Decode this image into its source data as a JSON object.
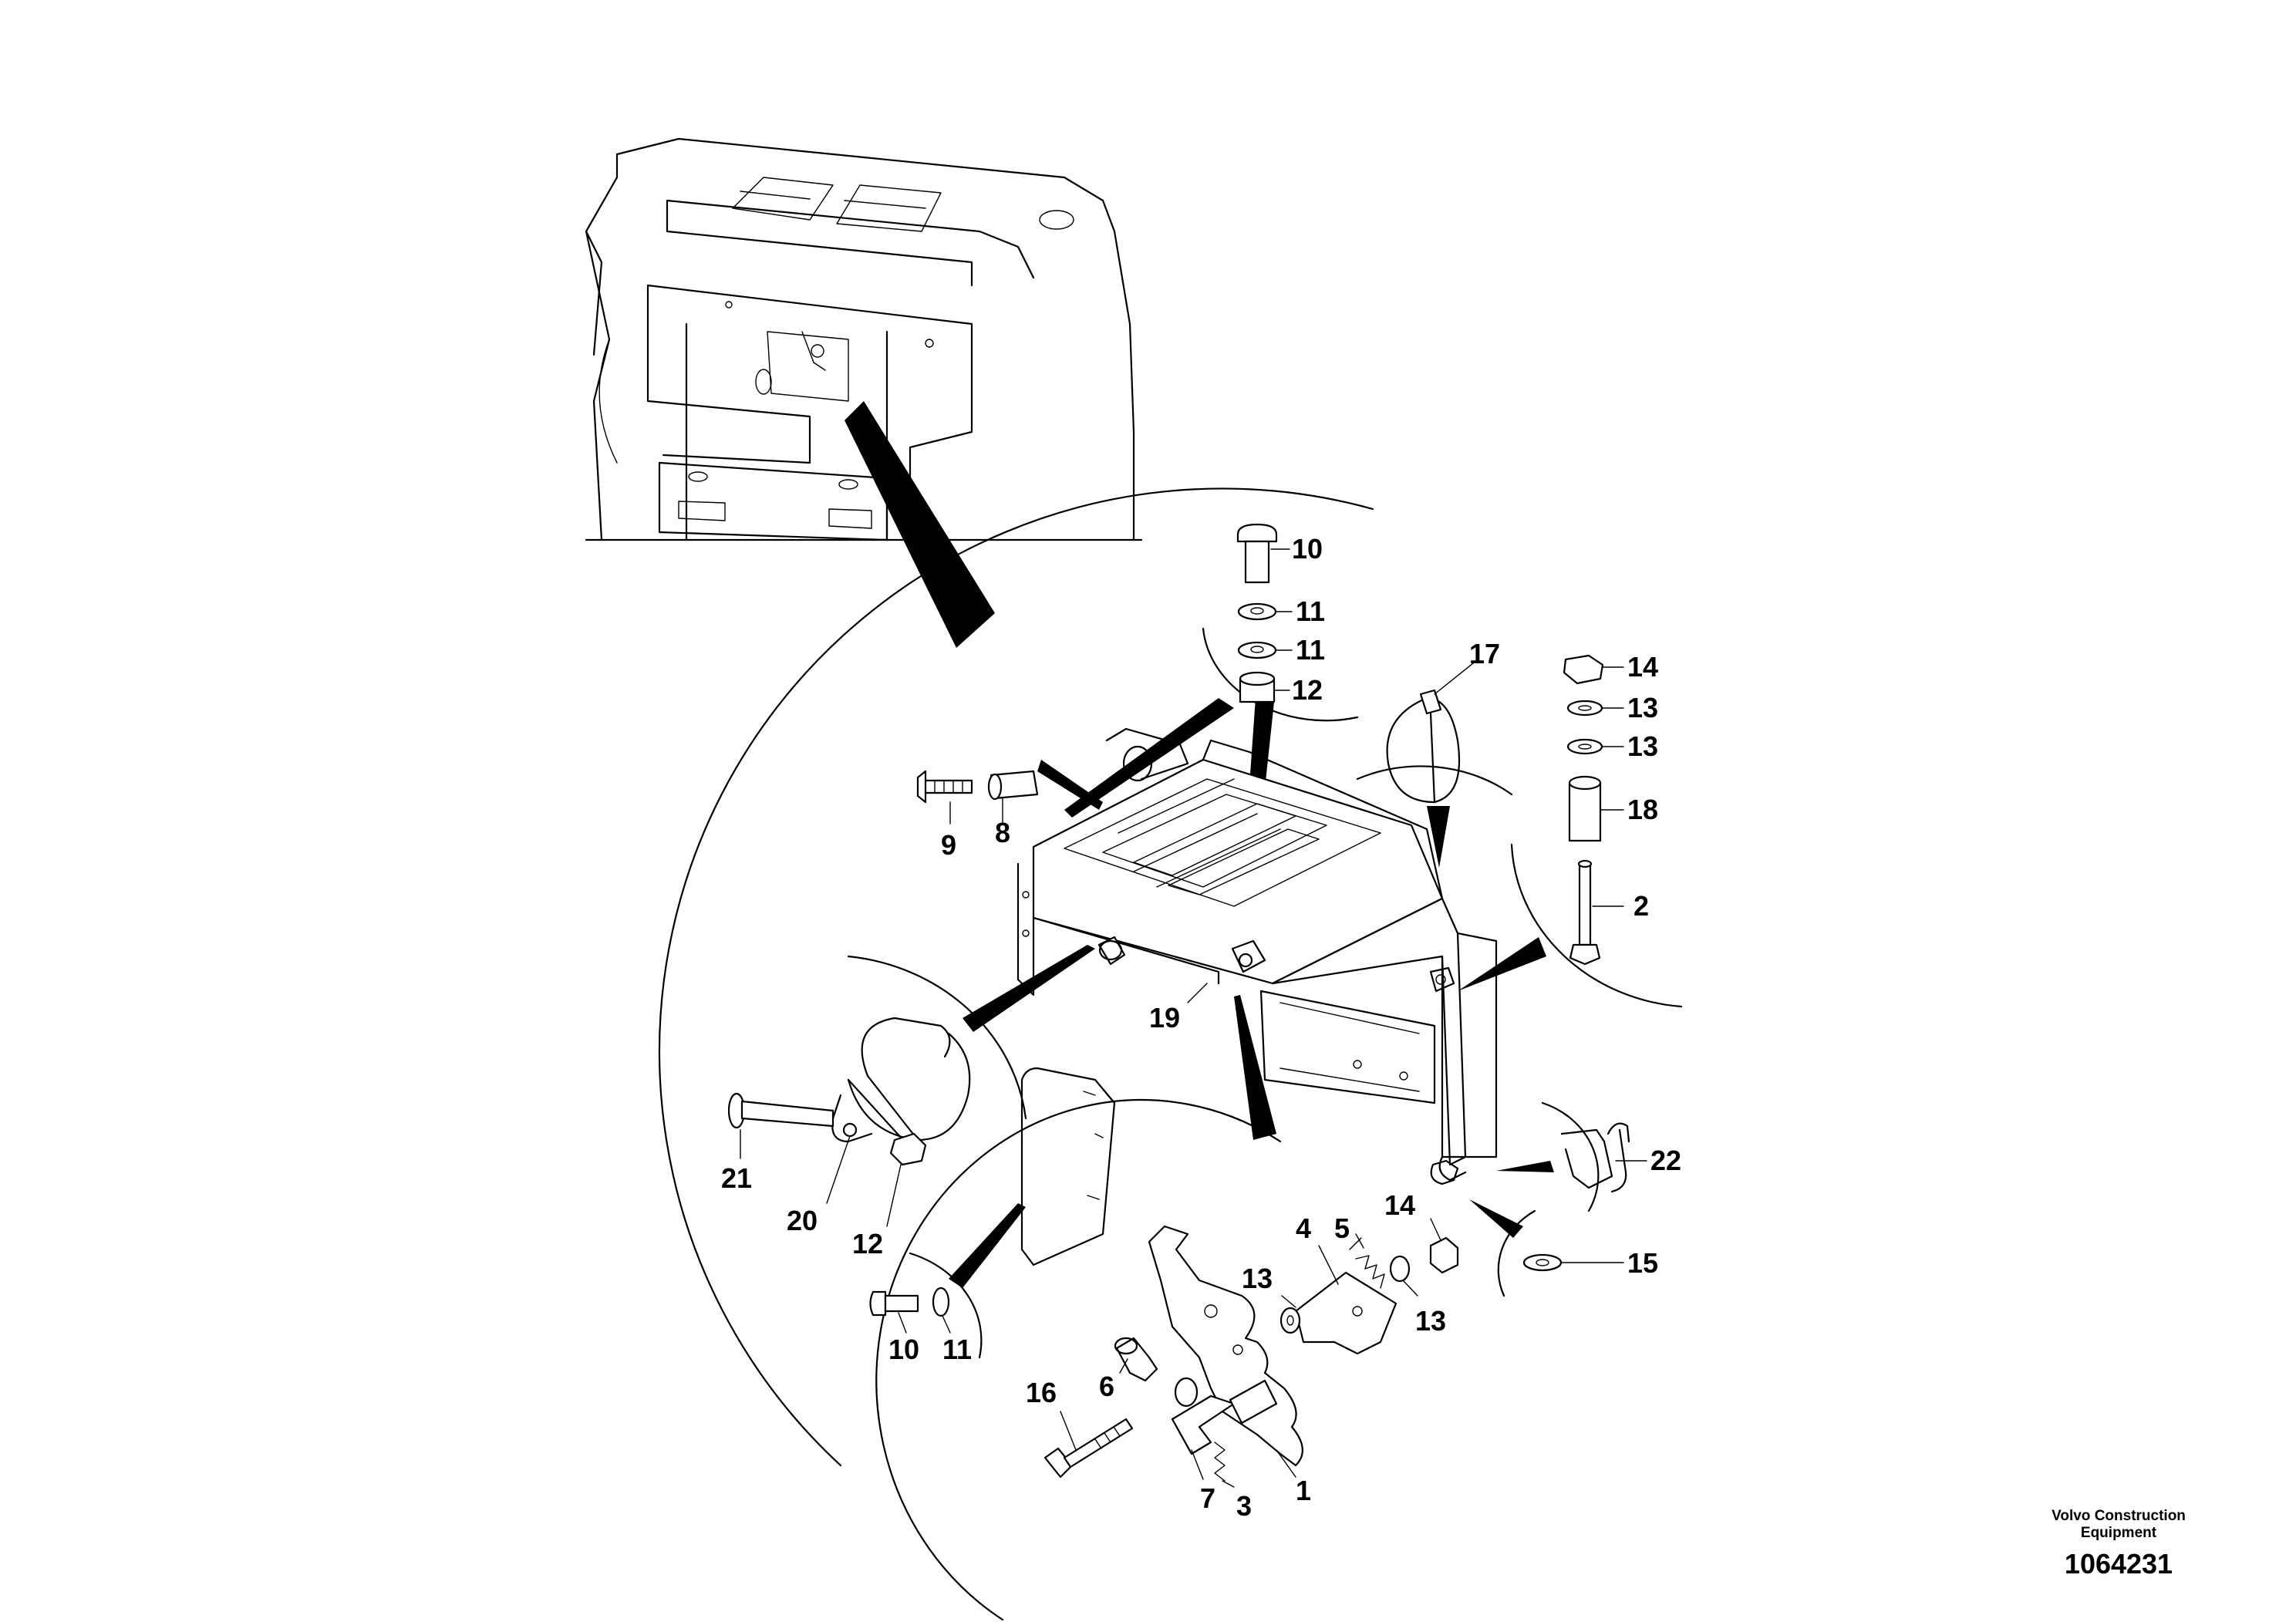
{
  "diagram": {
    "callouts": {
      "c1": "1",
      "c2": "2",
      "c3": "3",
      "c4": "4",
      "c5": "5",
      "c6": "6",
      "c7": "7",
      "c8": "8",
      "c9": "9",
      "c10a": "10",
      "c10b": "10",
      "c11a": "11",
      "c11b": "11",
      "c11c": "11",
      "c12a": "12",
      "c12b": "12",
      "c13a": "13",
      "c13b": "13",
      "c13c": "13",
      "c13d": "13",
      "c14a": "14",
      "c14b": "14",
      "c15": "15",
      "c16": "16",
      "c17": "17",
      "c18": "18",
      "c19": "19",
      "c20": "20",
      "c21": "21",
      "c22": "22"
    }
  },
  "footer": {
    "brand_line1": "Volvo Construction",
    "brand_line2": "Equipment",
    "figure_number": "1064231"
  }
}
